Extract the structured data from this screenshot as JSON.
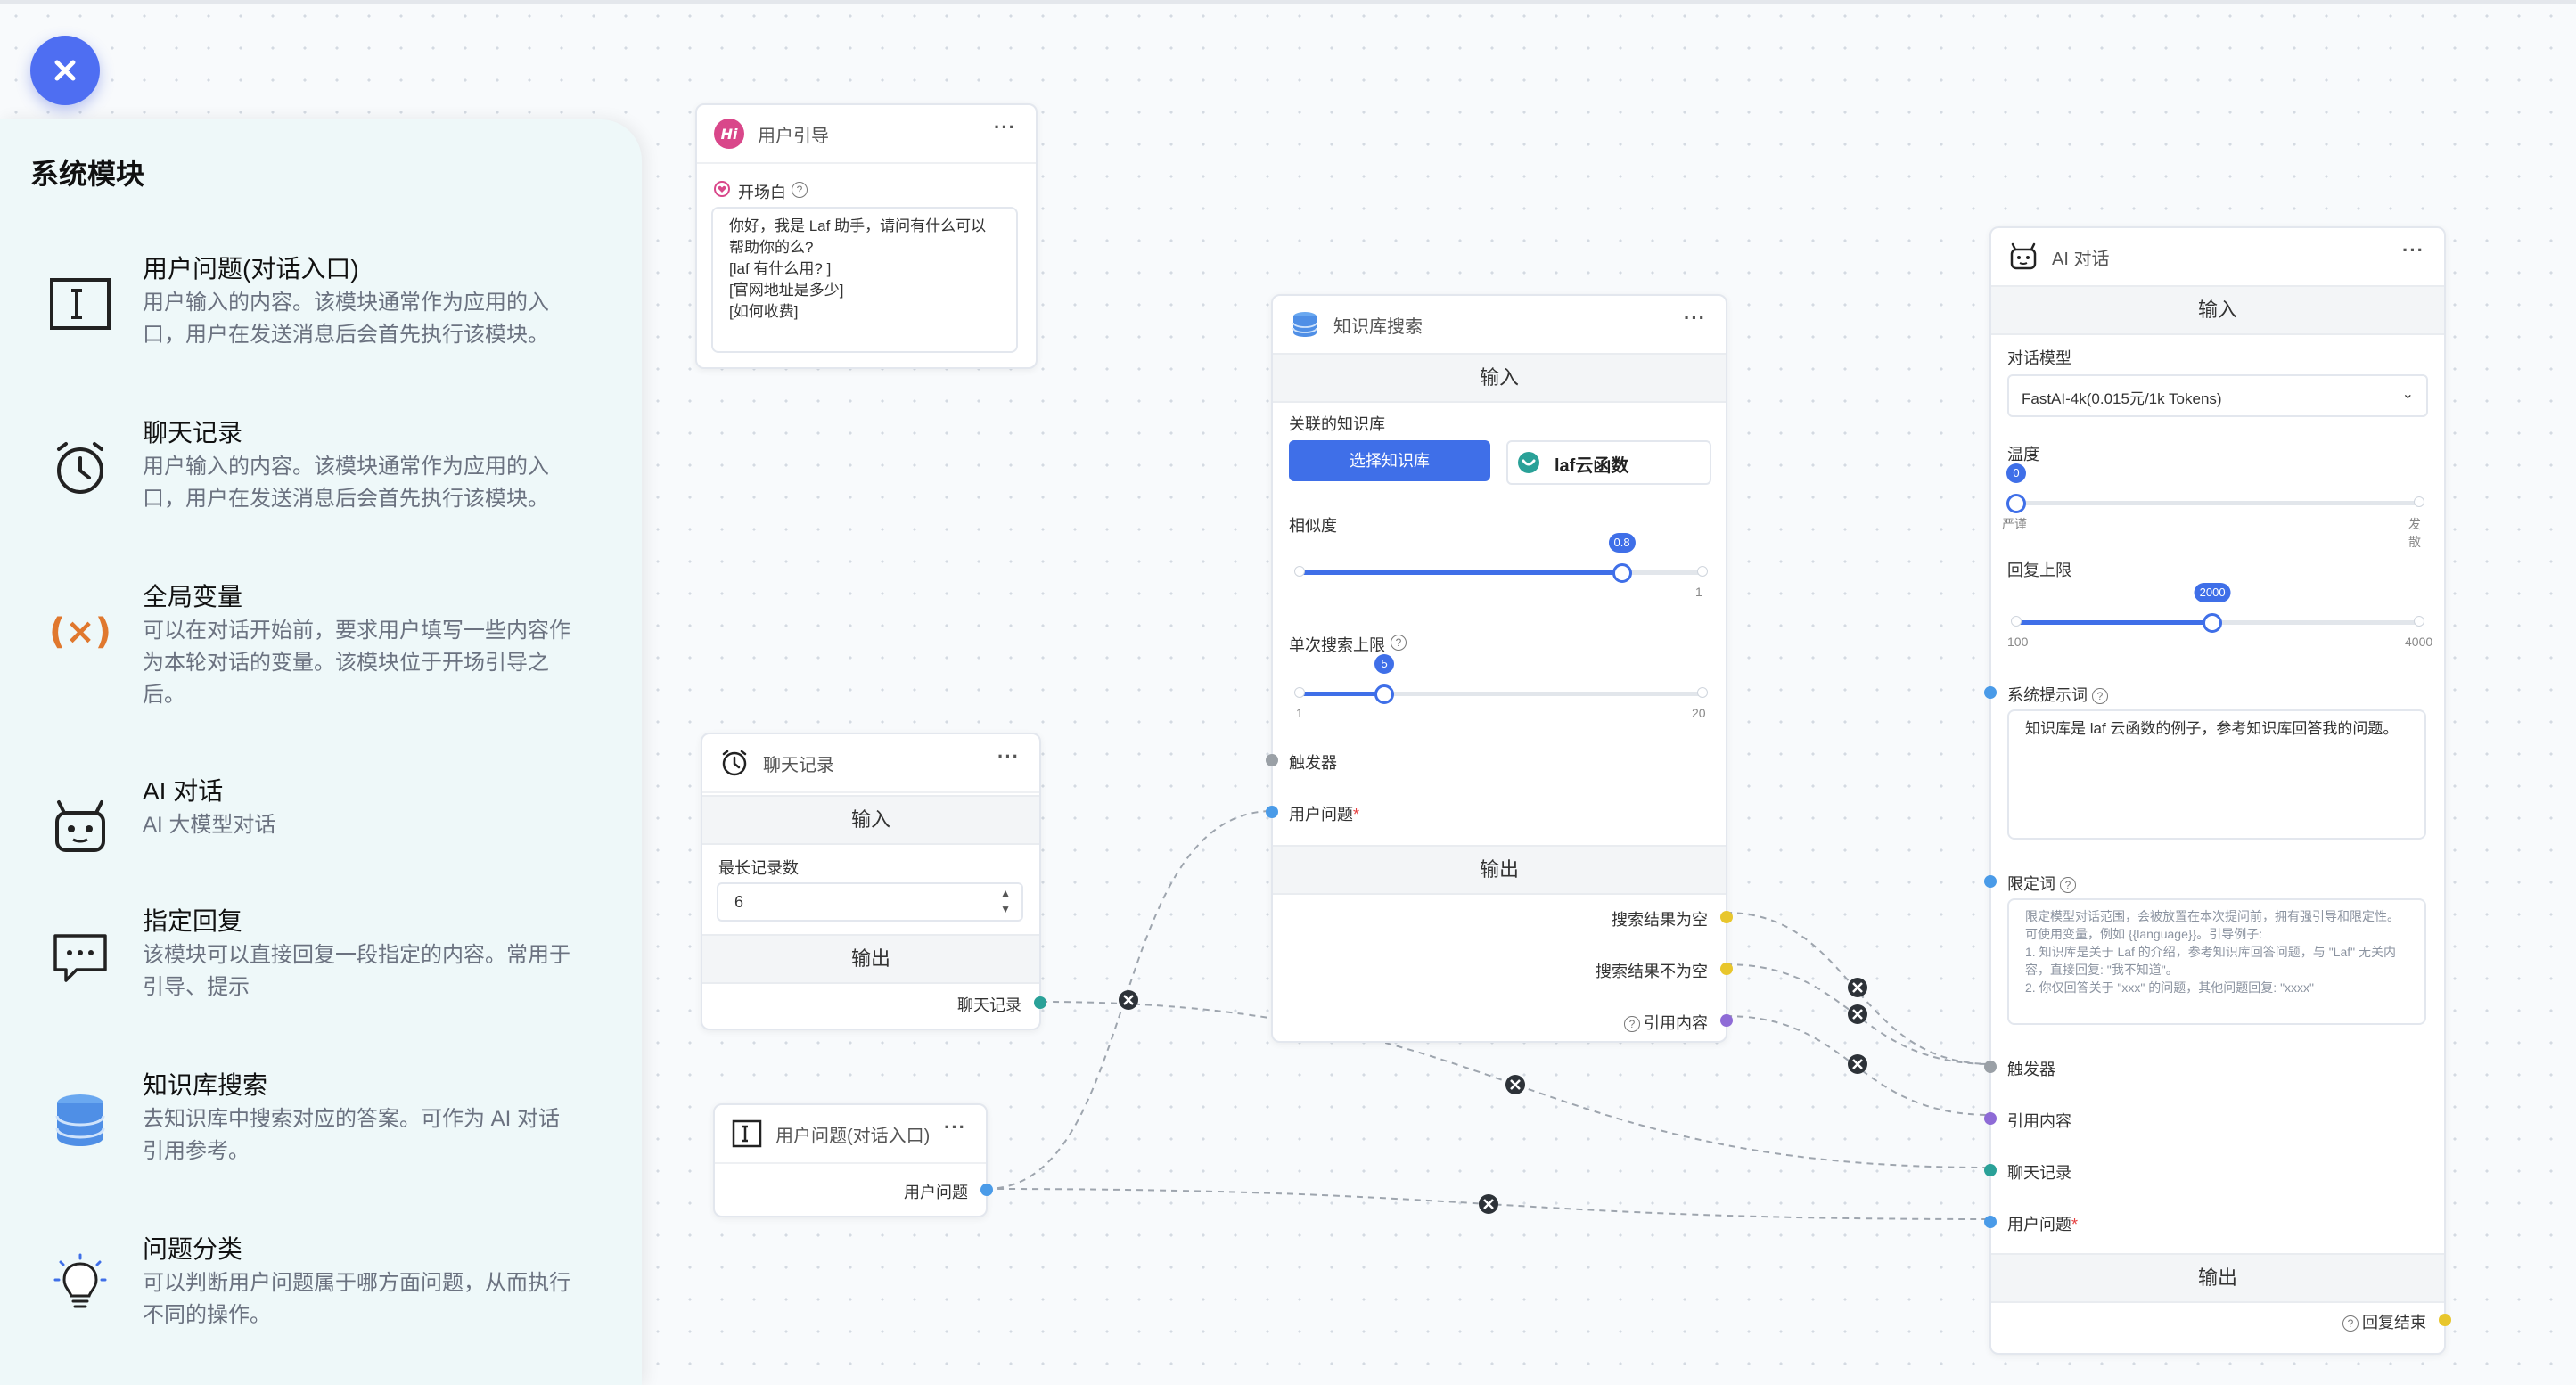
{
  "panel": {
    "title": "系统模块",
    "modules": [
      {
        "name": "用户问题(对话入口)",
        "desc": "用户输入的内容。该模块通常作为应用的入口，用户在发送消息后会首先执行该模块。",
        "icon": "text-cursor-icon"
      },
      {
        "name": "聊天记录",
        "desc": "用户输入的内容。该模块通常作为应用的入口，用户在发送消息后会首先执行该模块。",
        "icon": "clock-history-icon"
      },
      {
        "name": "全局变量",
        "desc": "可以在对话开始前，要求用户填写一些内容作为本轮对话的变量。该模块位于开场引导之后。",
        "icon": "variable-icon"
      },
      {
        "name": "AI 对话",
        "desc": "AI 大模型对话",
        "icon": "robot-icon"
      },
      {
        "name": "指定回复",
        "desc": "该模块可以直接回复一段指定的内容。常用于引导、提示",
        "icon": "chat-bubble-icon"
      },
      {
        "name": "知识库搜索",
        "desc": "去知识库中搜索对应的答案。可作为 AI 对话引用参考。",
        "icon": "database-icon"
      },
      {
        "name": "问题分类",
        "desc": "可以判断用户问题属于哪方面问题，从而执行不同的操作。",
        "icon": "lightbulb-icon"
      }
    ]
  },
  "user_guide": {
    "title": "用户引导",
    "menu": "···",
    "opening_label": "开场白",
    "opening_text": "你好，我是 Laf 助手，请问有什么可以帮助你的么?\n[laf 有什么用? ]\n[官网地址是多少]\n[如何收费]"
  },
  "chat_history": {
    "title": "聊天记录",
    "menu": "···",
    "input_bar": "输入",
    "max_label": "最长记录数",
    "max_value": "6",
    "output_bar": "输出",
    "output_label": "聊天记录"
  },
  "user_question": {
    "title": "用户问题(对话入口)",
    "menu": "···",
    "output_label": "用户问题"
  },
  "kb_search": {
    "title": "知识库搜索",
    "menu": "···",
    "input_bar": "输入",
    "kb_label": "关联的知识库",
    "select_btn": "选择知识库",
    "kb_name": "laf云函数",
    "similarity_label": "相似度",
    "similarity_value": "0.8",
    "similarity_max": "1",
    "limit_label": "单次搜索上限",
    "limit_value": "5",
    "limit_min": "1",
    "limit_max": "20",
    "trigger_label": "触发器",
    "question_label": "用户问题",
    "required_mark": "*",
    "output_bar": "输出",
    "out_empty": "搜索结果为空",
    "out_not_empty": "搜索结果不为空",
    "out_quote": "引用内容"
  },
  "ai_chat": {
    "title": "AI 对话",
    "menu": "···",
    "input_bar": "输入",
    "model_label": "对话模型",
    "model_value": "FastAI-4k(0.015元/1k Tokens)",
    "temp_label": "温度",
    "temp_value": "0",
    "temp_min": "严谨",
    "temp_max": "发散",
    "reply_label": "回复上限",
    "reply_value": "2000",
    "reply_min": "100",
    "reply_max": "4000",
    "system_label": "系统提示词",
    "system_text": "知识库是 laf 云函数的例子，参考知识库回答我的问题。",
    "limit_label": "限定词",
    "limit_placeholder": "限定模型对话范围，会被放置在本次提问前，拥有强引导和限定性。可使用变量，例如 {{language}}。引导例子:\n1. 知识库是关于 Laf 的介绍，参考知识库回答问题，与 \"Laf\" 无关内容，直接回复: \"我不知道\"。\n2. 你仅回答关于 \"xxx\" 的问题，其他问题回复: \"xxxx\"",
    "trigger_label": "触发器",
    "quote_label": "引用内容",
    "history_label": "聊天记录",
    "question_label": "用户问题",
    "required_mark": "*",
    "output_bar": "输出",
    "done_label": "回复结束"
  },
  "colors": {
    "accent": "#3f6fe8",
    "trigger": "#9aa0a6",
    "quote": "#8e6bd6",
    "history": "#2aa198",
    "question": "#4a9be8",
    "yellow": "#e8c62c"
  }
}
